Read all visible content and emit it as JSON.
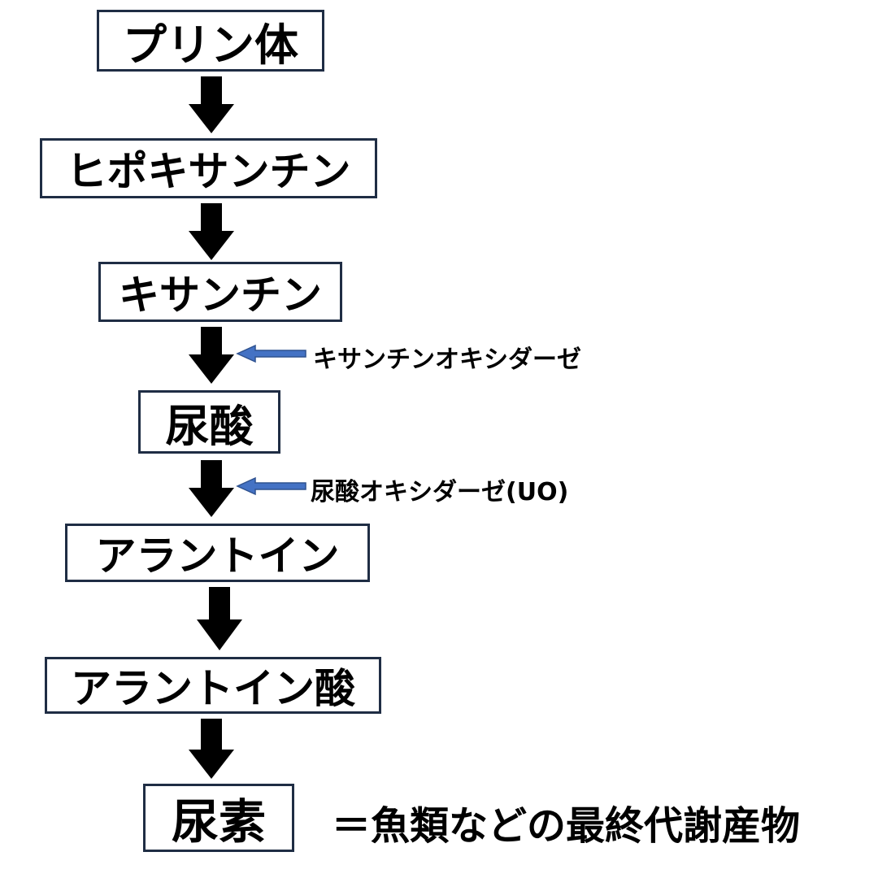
{
  "diagram": {
    "nodes": [
      {
        "id": "purine",
        "label": "プリン体"
      },
      {
        "id": "hypoxanthine",
        "label": "ヒポキサンチン"
      },
      {
        "id": "xanthine",
        "label": "キサンチン"
      },
      {
        "id": "uric-acid",
        "label": "尿酸"
      },
      {
        "id": "allantoin",
        "label": "アラントイン"
      },
      {
        "id": "allantoic-acid",
        "label": "アラントイン酸"
      },
      {
        "id": "urea",
        "label": "尿素"
      }
    ],
    "enzymes": [
      {
        "between": "xanthine→uric-acid",
        "label": "キサンチンオキシダーゼ"
      },
      {
        "between": "uric-acid→allantoin",
        "label": "尿酸オキシダーゼ(UO)"
      }
    ],
    "note": "＝魚類などの最終代謝産物",
    "colors": {
      "box_border": "#1f2d44",
      "flow_arrow": "#000000",
      "enzyme_arrow_fill": "#4472c4",
      "enzyme_arrow_stroke": "#2f528f"
    }
  }
}
